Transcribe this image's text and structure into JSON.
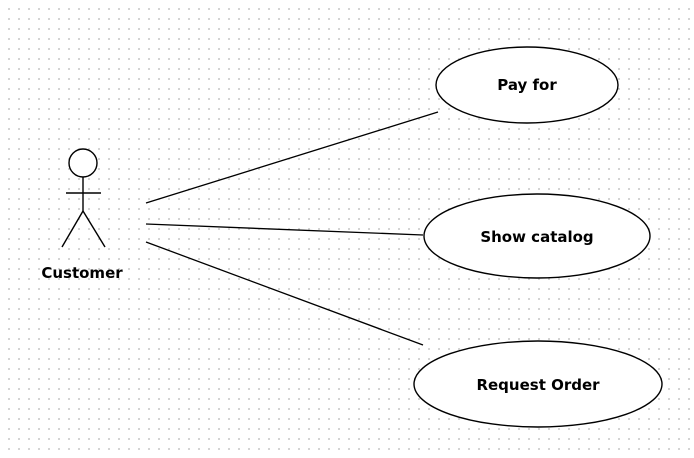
{
  "diagram": {
    "actor": {
      "name": "Customer"
    },
    "use_cases": [
      {
        "label": "Pay for"
      },
      {
        "label": "Show catalog"
      },
      {
        "label": "Request Order"
      }
    ],
    "colors": {
      "stroke": "#000000",
      "fill": "#ffffff",
      "grid_dot": "#c8c8c8"
    }
  }
}
